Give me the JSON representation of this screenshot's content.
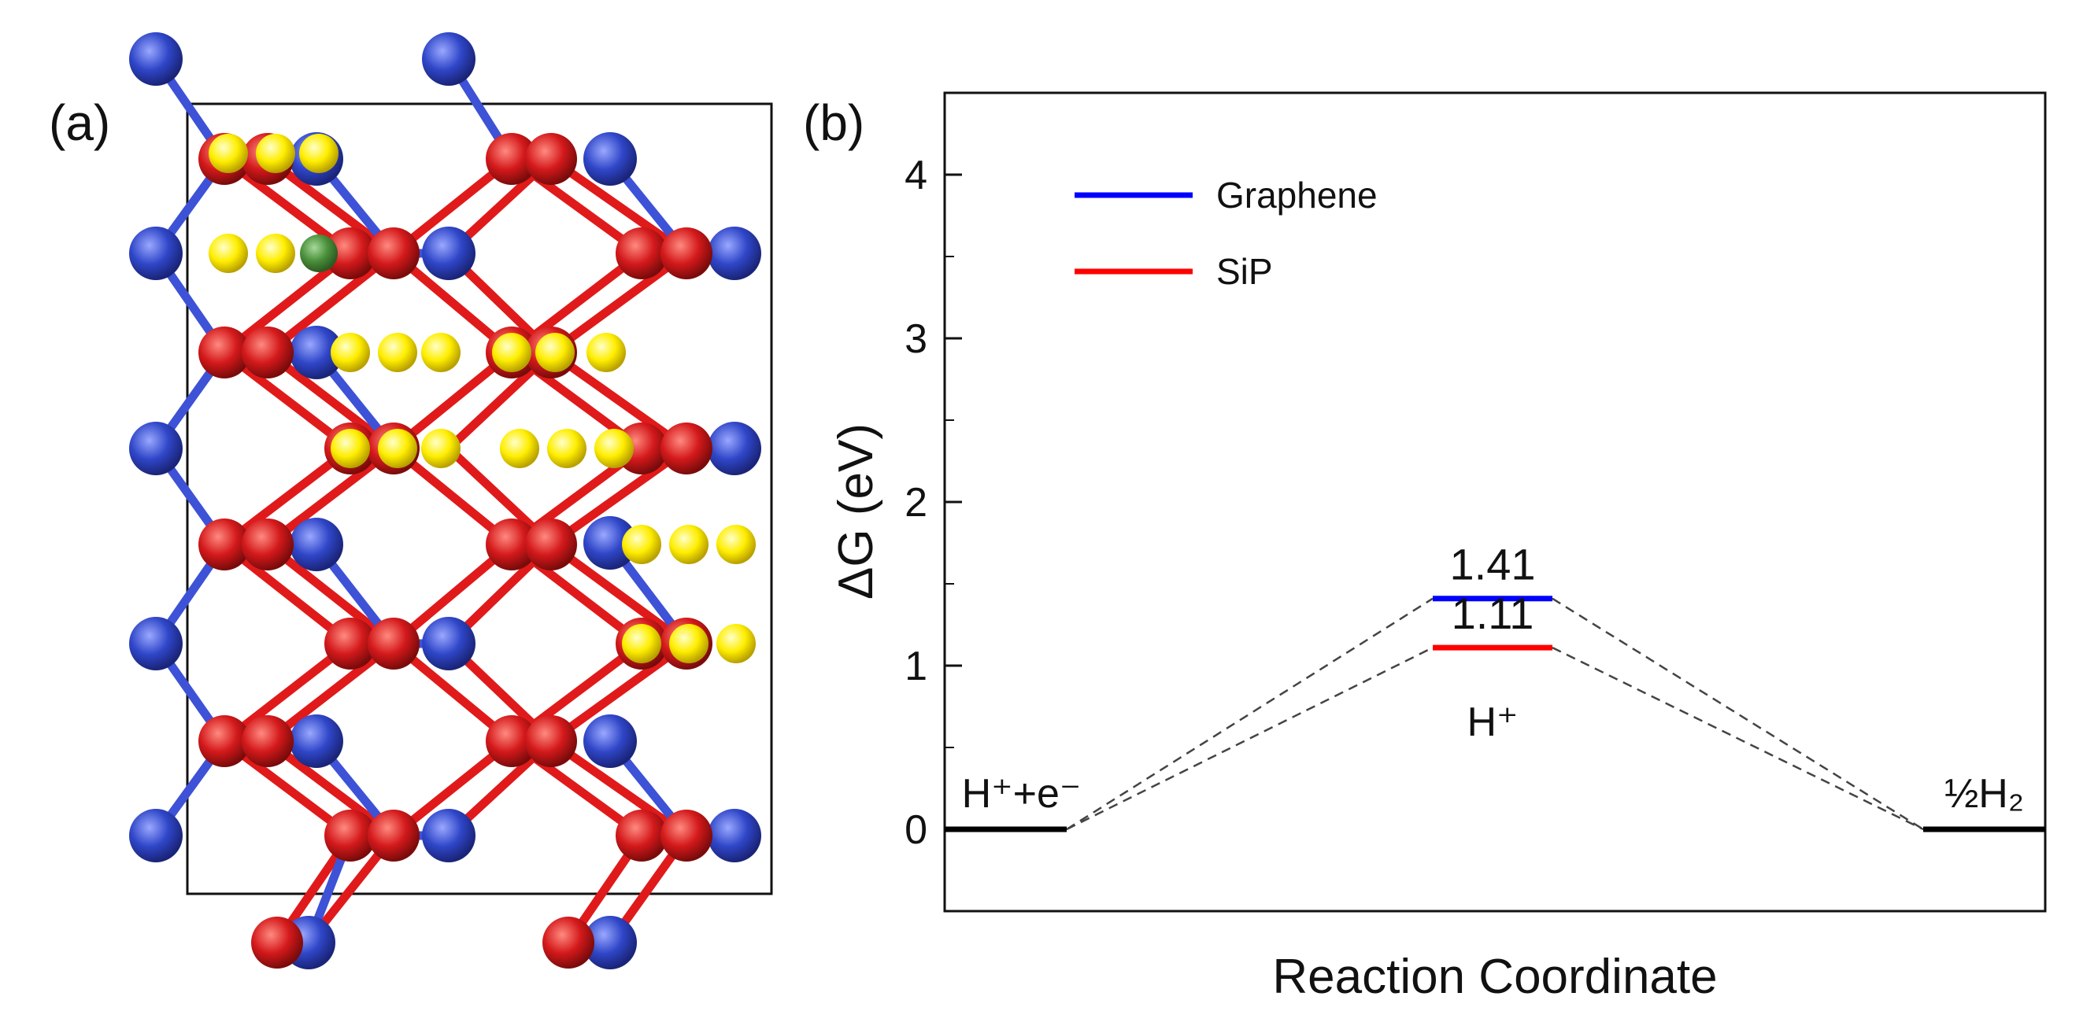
{
  "figure": {
    "panel_a_label": "(a)",
    "panel_b_label": "(b)"
  },
  "colors": {
    "blue_atom": "#2f46c8",
    "red_atom": "#d4191b",
    "yellow_atom": "#ffee00",
    "green_atom": "#4a8f3a",
    "blue_bond": "#3d52d6",
    "red_bond": "#e01a1a",
    "graphene": "#0000ff",
    "sip": "#ff0000",
    "baseline": "#000000",
    "connector": "#444444"
  },
  "chart_data": {
    "type": "line",
    "subtype": "free-energy-level-diagram",
    "xlabel": "Reaction Coordinate",
    "ylabel": "ΔG (eV)",
    "ylim": [
      -0.5,
      4.5
    ],
    "yticks": [
      0,
      1,
      2,
      3,
      4
    ],
    "grid": false,
    "legend_position": "top-left",
    "categories": [
      "H⁺+e⁻",
      "H⁺",
      "½H₂"
    ],
    "series": [
      {
        "name": "Graphene",
        "color": "#0000ff",
        "values": [
          0,
          1.41,
          0
        ],
        "label": "1.41"
      },
      {
        "name": "SiP",
        "color": "#ff0000",
        "values": [
          0,
          1.11,
          0
        ],
        "label": "1.11"
      }
    ],
    "state_labels": [
      {
        "text": "H⁺+e⁻",
        "value": 0
      },
      {
        "text": "H⁺",
        "value": 1.11
      },
      {
        "text": "½H₂",
        "value": 0
      }
    ]
  }
}
